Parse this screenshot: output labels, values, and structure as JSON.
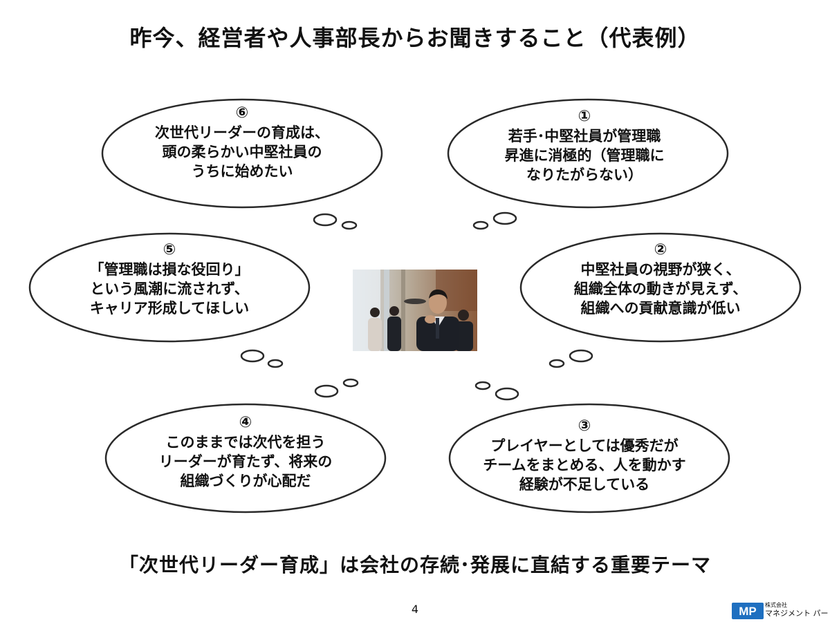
{
  "title": "昨今、経営者や人事部長からお聞きすること（代表例）",
  "bubbles": {
    "b1": {
      "number": "①",
      "lines": [
        "若手･中堅社員が管理職",
        "昇進に消極的（管理職に",
        "なりたがらない）"
      ]
    },
    "b2": {
      "number": "②",
      "lines": [
        "中堅社員の視野が狭く、",
        "組織全体の動きが見えず、",
        "組織への貢献意識が低い"
      ]
    },
    "b3": {
      "number": "③",
      "lines": [
        "プレイヤーとしては優秀だが",
        "チームをまとめる、人を動かす",
        "経験が不足している"
      ]
    },
    "b4": {
      "number": "④",
      "lines": [
        "このままでは次代を担う",
        "リーダーが育たず、将来の",
        "組織づくりが心配だ"
      ]
    },
    "b5": {
      "number": "⑤",
      "lines": [
        "「管理職は損な役回り」",
        "という風潮に流されず、",
        "キャリア形成してほしい"
      ]
    },
    "b6": {
      "number": "⑥",
      "lines": [
        "次世代リーダーの育成は、",
        "頭の柔らかい中堅社員の",
        "うちに始めたい"
      ]
    }
  },
  "conclusion": "「次世代リーダー育成」は会社の存続･発展に直結する重要テーマ",
  "page_number": "4",
  "logo": {
    "mark": "MP",
    "small_text": "株式会社",
    "company_name": "マネジメント パートナー",
    "color": "#1e6fc0"
  }
}
